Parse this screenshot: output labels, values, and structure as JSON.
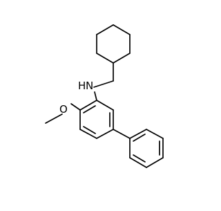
{
  "molecule": {
    "atom_labels": {
      "amine": "N",
      "amine_h": "H",
      "ether_oxygen": "O"
    },
    "colors": {
      "bond": "#000000",
      "label": "#000000",
      "background": "#ffffff"
    }
  }
}
